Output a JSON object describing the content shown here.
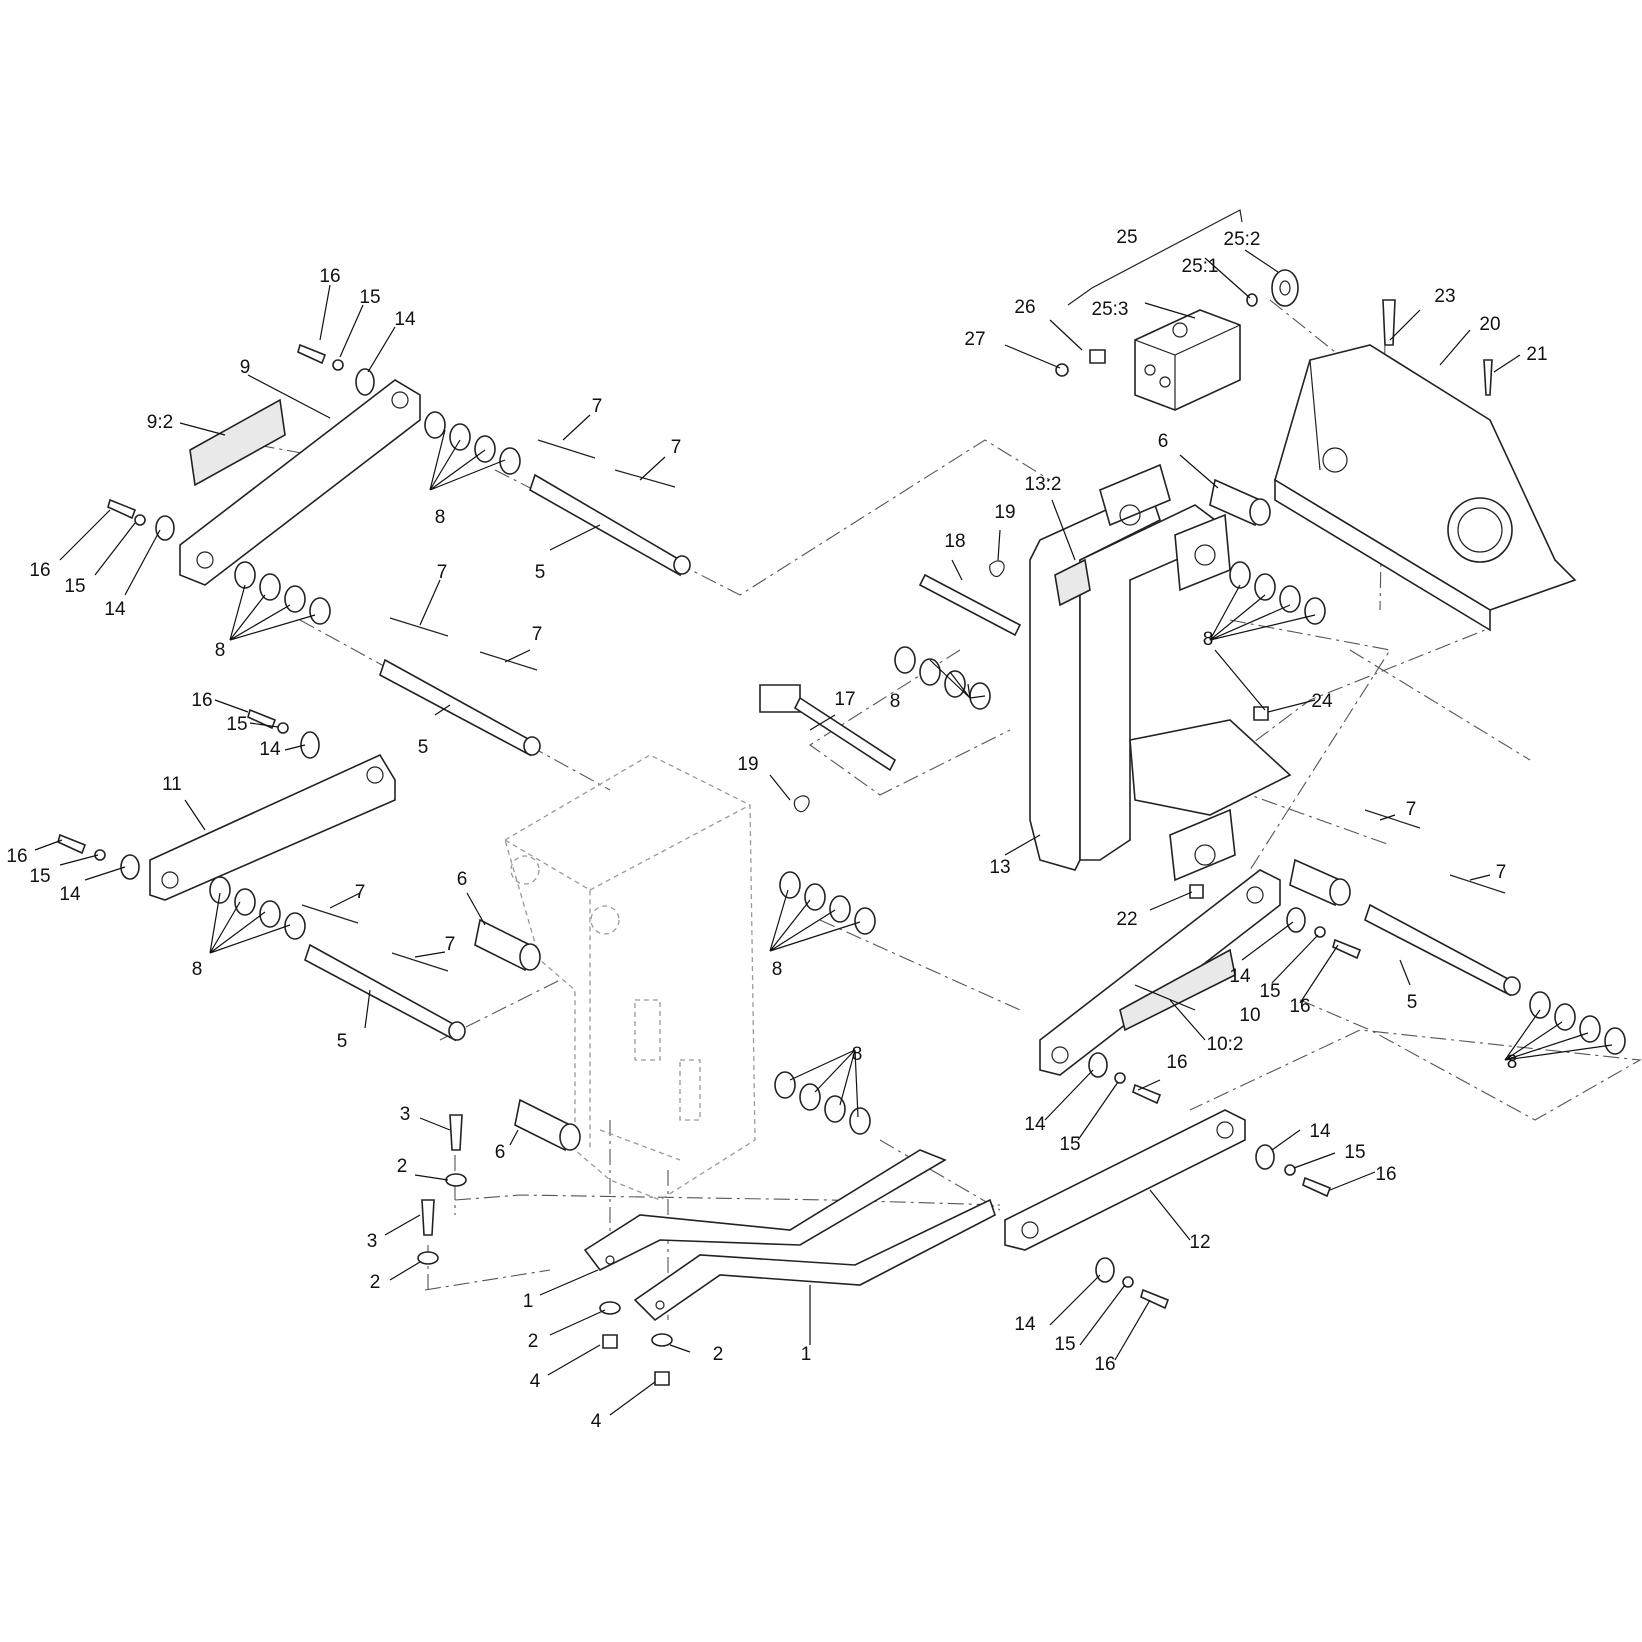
{
  "callouts": {
    "c1a": "1",
    "c1b": "1",
    "c2a": "2",
    "c2b": "2",
    "c2c": "2",
    "c2d": "2",
    "c3a": "3",
    "c3b": "3",
    "c4a": "4",
    "c4b": "4",
    "c5a": "5",
    "c5b": "5",
    "c5c": "5",
    "c5d": "5",
    "c6a": "6",
    "c6b": "6",
    "c6c": "6",
    "c7a": "7",
    "c7b": "7",
    "c7c": "7",
    "c7d": "7",
    "c7e": "7",
    "c7f": "7",
    "c7g": "7",
    "c7h": "7",
    "c8a": "8",
    "c8b": "8",
    "c8c": "8",
    "c8d": "8",
    "c8e": "8",
    "c8f": "8",
    "c8g": "8",
    "c8h": "8",
    "c9": "9",
    "c9_2": "9:2",
    "c10": "10",
    "c10_2": "10:2",
    "c11": "11",
    "c12": "12",
    "c13": "13",
    "c13_2": "13:2",
    "c14a": "14",
    "c14b": "14",
    "c14c": "14",
    "c14d": "14",
    "c14e": "14",
    "c14f": "14",
    "c14g": "14",
    "c14h": "14",
    "c15a": "15",
    "c15b": "15",
    "c15c": "15",
    "c15d": "15",
    "c15e": "15",
    "c15f": "15",
    "c15g": "15",
    "c15h": "15",
    "c16a": "16",
    "c16b": "16",
    "c16c": "16",
    "c16d": "16",
    "c16e": "16",
    "c16f": "16",
    "c16g": "16",
    "c16h": "16",
    "c17": "17",
    "c18": "18",
    "c19a": "19",
    "c19b": "19",
    "c20": "20",
    "c21": "21",
    "c22": "22",
    "c23": "23",
    "c24": "24",
    "c25": "25",
    "c25_1": "25:1",
    "c25_2": "25:2",
    "c25_3": "25:3",
    "c26": "26",
    "c27": "27"
  }
}
